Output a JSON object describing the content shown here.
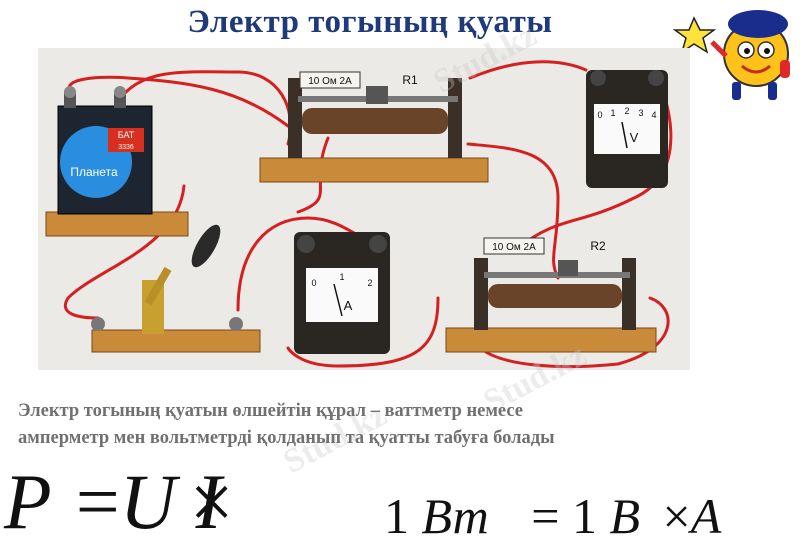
{
  "title": "Электр тогының қуаты",
  "battery": {
    "label_top": "БАТ",
    "label_brand": "Планета",
    "label_num": "3336"
  },
  "rheostat1": {
    "rating": "10 Ом 2А",
    "name": "R1"
  },
  "rheostat2": {
    "rating": "10 Ом 2А",
    "name": "R2"
  },
  "voltmeter": {
    "scale": [
      "0",
      "1",
      "2",
      "3",
      "4"
    ],
    "unit": "V"
  },
  "ammeter": {
    "scale": [
      "0",
      "1",
      "2"
    ],
    "unit": "A"
  },
  "description": {
    "line1": "Электр тогының қуатын өлшейтін құрал – ваттметр немесе",
    "line2": "амперметр мен вольтметрді қолданып та қуатты табуға болады"
  },
  "formula1": {
    "lhs": "P",
    "eq": "=",
    "u": "U",
    "times": "×",
    "i": "I"
  },
  "formula2": {
    "one_a": "1",
    "unit_w": "Вт",
    "eq": "=",
    "one_b": "1",
    "unit_v": "В",
    "times": "×",
    "unit_a": "А"
  },
  "watermark": "Stud.kz",
  "colors": {
    "title": "#1f3a7a",
    "wire": "#d42020",
    "text": "#707070",
    "wood": "#c98b3a"
  }
}
